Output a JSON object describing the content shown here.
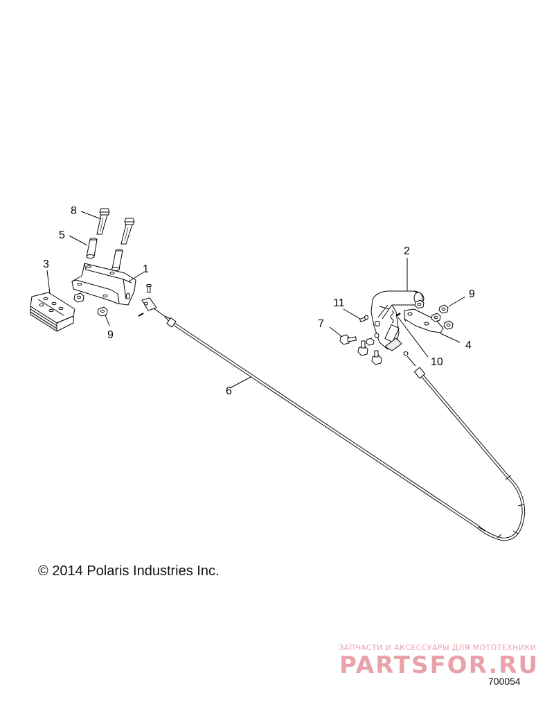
{
  "callouts": {
    "c1": "1",
    "c2": "2",
    "c3": "3",
    "c4": "4",
    "c5": "5",
    "c6": "6",
    "c7": "7",
    "c8": "8",
    "c9a": "9",
    "c9b": "9",
    "c10": "10",
    "c11": "11"
  },
  "copyright": "© 2014 Polaris Industries Inc.",
  "part_number": "700054",
  "watermark": {
    "tagline": "ЗАПЧАСТИ И АКСЕССУАРЫ ДЛЯ МОТОТЕХНИКИ",
    "brand": "PARTSFOR.RU"
  },
  "colors": {
    "line": "#000000",
    "watermark": "#e9a2a9"
  }
}
